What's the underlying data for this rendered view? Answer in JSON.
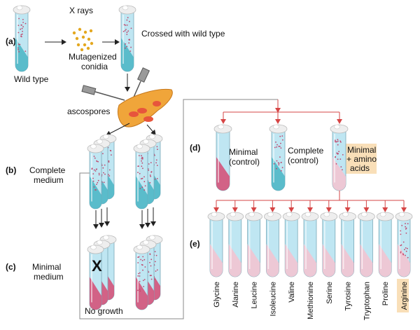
{
  "panels": {
    "a": "(a)",
    "b": "(b)",
    "c": "(c)",
    "d": "(d)",
    "e": "(e)"
  },
  "labels": {
    "x_rays": "X rays",
    "wild_type": "Wild type",
    "mutagenized_line1": "Mutagenized",
    "mutagenized_line2": "conidia",
    "crossed": "Crossed with wild type",
    "ascospores": "ascospores",
    "complete_medium_line1": "Complete",
    "complete_medium_line2": "medium",
    "minimal_medium_line1": "Minimal",
    "minimal_medium_line2": "medium",
    "x_mark": "X",
    "no_growth": "No growth"
  },
  "tests": {
    "minimal_line1": "Minimal",
    "minimal_line2": "(control)",
    "complete_line1": "Complete",
    "complete_line2": "(control)",
    "amino_line1": "Minimal",
    "amino_line2": "+ amino",
    "amino_line3": "acids"
  },
  "amino_acids": [
    "Glycine",
    "Alanine",
    "Leucine",
    "Isoleucine",
    "Valine",
    "Methionine",
    "Serine",
    "Tyrosine",
    "Tryptophan",
    "Proline",
    "Arginine"
  ],
  "growth_in": "Arginine",
  "colors": {
    "tube_glass": "#bfe6f2",
    "tube_cyan_medium": "#4fb7c6",
    "tube_pink_medium": "#d4537a",
    "tube_light_pink": "#f2c4d2",
    "cap": "#eeeeee",
    "arrow_red": "#d64545",
    "highlight": "#f9dfb8",
    "mold": "#f0a53a"
  }
}
